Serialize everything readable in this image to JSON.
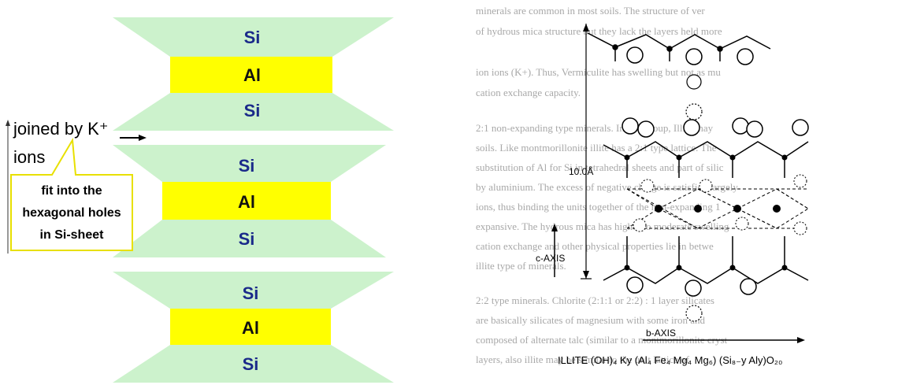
{
  "left_diagram": {
    "units": [
      {
        "top_sheet": "Si",
        "middle_sheet": "Al",
        "bottom_sheet": "Si"
      },
      {
        "top_sheet": "Si",
        "middle_sheet": "Al",
        "bottom_sheet": "Si"
      },
      {
        "top_sheet": "Si",
        "middle_sheet": "Al",
        "bottom_sheet": "Si"
      }
    ],
    "joined_label_line1": "joined by K⁺",
    "joined_label_line2": "ions",
    "callout_lines": [
      "fit into the",
      "hexagonal holes",
      "in Si-sheet"
    ],
    "colors": {
      "si_sheet": "#ccf2cc",
      "al_sheet": "#ffff00",
      "callout_border": "#e8e000"
    }
  },
  "right_diagram": {
    "spacing_label": "10.0Å",
    "c_axis_label": "c-AXIS",
    "b_axis_label": "b-AXIS",
    "formula": "ILLITE (OH)₄ Ky (Al₄ Fe₄ Mg₄ Mg₆) (Si₈₋y Aly)O₂₀",
    "background_text_lines": [
      "minerals are common in most soils. The structure of ver",
      "of hydrous mica structure but they lack the layers held more",
      "ion ions (K+). Thus, Vermiculite has swelling but not as mu",
      "cation exchange capacity.",
      "2:1 non-expanding type minerals. In this group, Illite may",
      "soils. Like montmorillonite illite has a 2:1 type lattice. The",
      "substitution of Al for Si in tetrahedral sheets and part of silic",
      "by aluminium. The excess of negative charge is satisfied largely",
      "ions, thus binding the units together of the non-expanding 1",
      "expansive. The hydrous mica has higher to moderate swelling",
      "cation exchange and other physical properties lie in betwe",
      "illite type of minerals.",
      "2:2 type minerals. Chlorite (2:1:1 or 2:2) : 1 layer silicates",
      "are basically silicates of magnesium with some iron and",
      "composed of alternate talc (similar to a montmorillonite cryst",
      "layers, also illite may be similar to the unit lattice of"
    ]
  }
}
